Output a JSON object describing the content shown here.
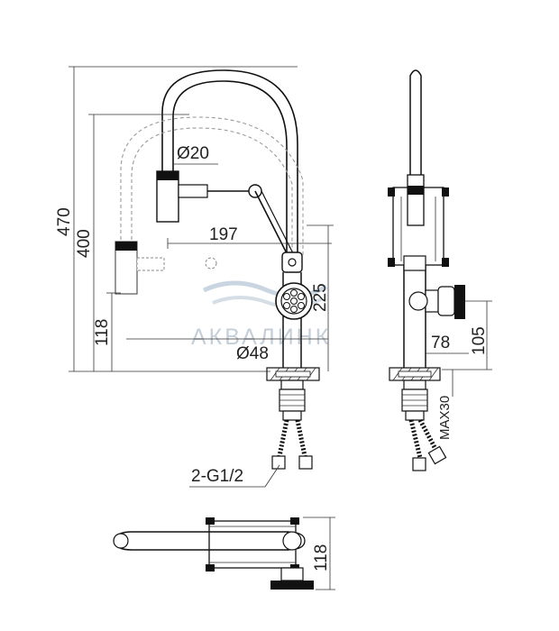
{
  "dimensions": {
    "total_height": "470",
    "folded_height": "400",
    "spout_diameter": "Ø20",
    "reach": "197",
    "body_height": "225",
    "base_height": "118",
    "base_diameter": "Ø48",
    "connection": "2-G1/2",
    "handle_offset": "78",
    "handle_height": "105",
    "max_thickness": "MAX30",
    "top_width": "118"
  },
  "watermark": {
    "text": "АКВАЛИНК"
  },
  "colors": {
    "line": "#111111",
    "dimension": "#333333",
    "ghost": "#9a9a9a",
    "watermark": "#c4cfd9"
  }
}
